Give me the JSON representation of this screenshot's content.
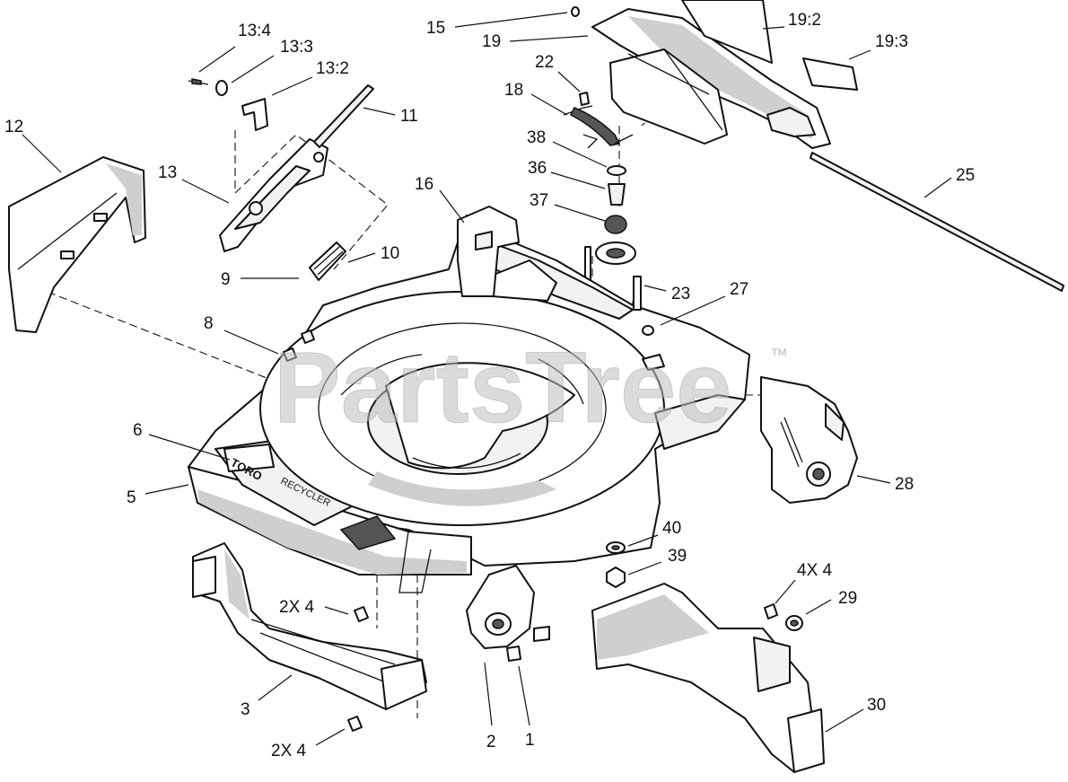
{
  "watermark": {
    "text": "PartsTree",
    "trademark": "™"
  },
  "deck_labels": {
    "brand": "TORO",
    "model": "RECYCLER"
  },
  "callouts": [
    {
      "id": "12",
      "label": "12"
    },
    {
      "id": "13_4",
      "label": "13:4"
    },
    {
      "id": "13_3",
      "label": "13:3"
    },
    {
      "id": "13_2",
      "label": "13:2"
    },
    {
      "id": "11",
      "label": "11"
    },
    {
      "id": "13",
      "label": "13"
    },
    {
      "id": "9",
      "label": "9"
    },
    {
      "id": "10",
      "label": "10"
    },
    {
      "id": "8",
      "label": "8"
    },
    {
      "id": "15",
      "label": "15"
    },
    {
      "id": "19",
      "label": "19"
    },
    {
      "id": "19_2",
      "label": "19:2"
    },
    {
      "id": "19_3",
      "label": "19:3"
    },
    {
      "id": "22",
      "label": "22"
    },
    {
      "id": "18",
      "label": "18"
    },
    {
      "id": "38",
      "label": "38"
    },
    {
      "id": "36",
      "label": "36"
    },
    {
      "id": "37",
      "label": "37"
    },
    {
      "id": "16",
      "label": "16"
    },
    {
      "id": "25",
      "label": "25"
    },
    {
      "id": "23",
      "label": "23"
    },
    {
      "id": "27",
      "label": "27"
    },
    {
      "id": "6",
      "label": "6"
    },
    {
      "id": "5",
      "label": "5"
    },
    {
      "id": "28",
      "label": "28"
    },
    {
      "id": "40",
      "label": "40"
    },
    {
      "id": "39",
      "label": "39"
    },
    {
      "id": "4x4",
      "label": "4X 4"
    },
    {
      "id": "29",
      "label": "29"
    },
    {
      "id": "2x4_top",
      "label": "2X 4"
    },
    {
      "id": "3",
      "label": "3"
    },
    {
      "id": "2",
      "label": "2"
    },
    {
      "id": "1",
      "label": "1"
    },
    {
      "id": "30",
      "label": "30"
    },
    {
      "id": "2x4_bottom",
      "label": "2X 4"
    }
  ]
}
